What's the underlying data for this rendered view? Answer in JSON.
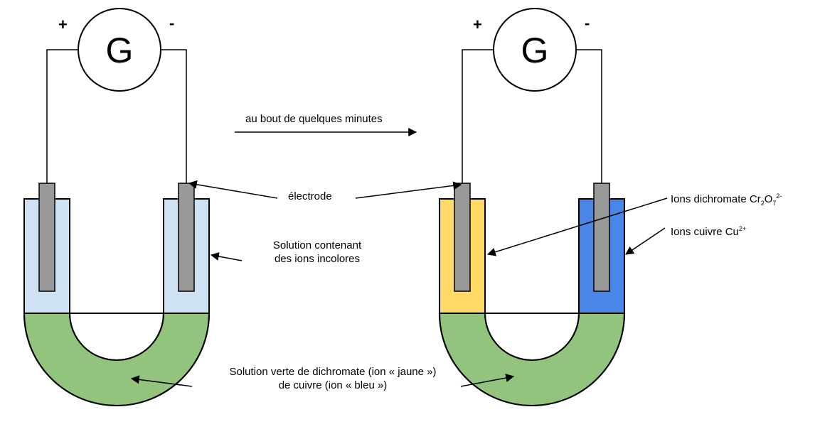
{
  "galvanometer_label": "G",
  "plus_sign": "+",
  "minus_sign": "-",
  "arrow_label": "au bout de quelques minutes",
  "electrode_label": "électrode",
  "colorless_solution_label": {
    "line1": "Solution contenant",
    "line2": "des ions incolores"
  },
  "dichromate_ions_label": {
    "prefix": "Ions dichromate Cr",
    "sub1": "2",
    "mid": "O",
    "sub2": "7",
    "sup": "2-"
  },
  "copper_ions_label": {
    "prefix": "Ions cuivre Cu",
    "sup": "2+"
  },
  "green_solution_label": {
    "line1": "Solution verte de dichromate (ion « jaune »)",
    "line2": "de cuivre (ion « bleu »)"
  },
  "colors": {
    "colorless_solution": "#cfe2f3",
    "green_solution": "#93c47d",
    "yellow_solution": "#ffd966",
    "blue_solution": "#4a86e8",
    "electrode": "#999999"
  }
}
